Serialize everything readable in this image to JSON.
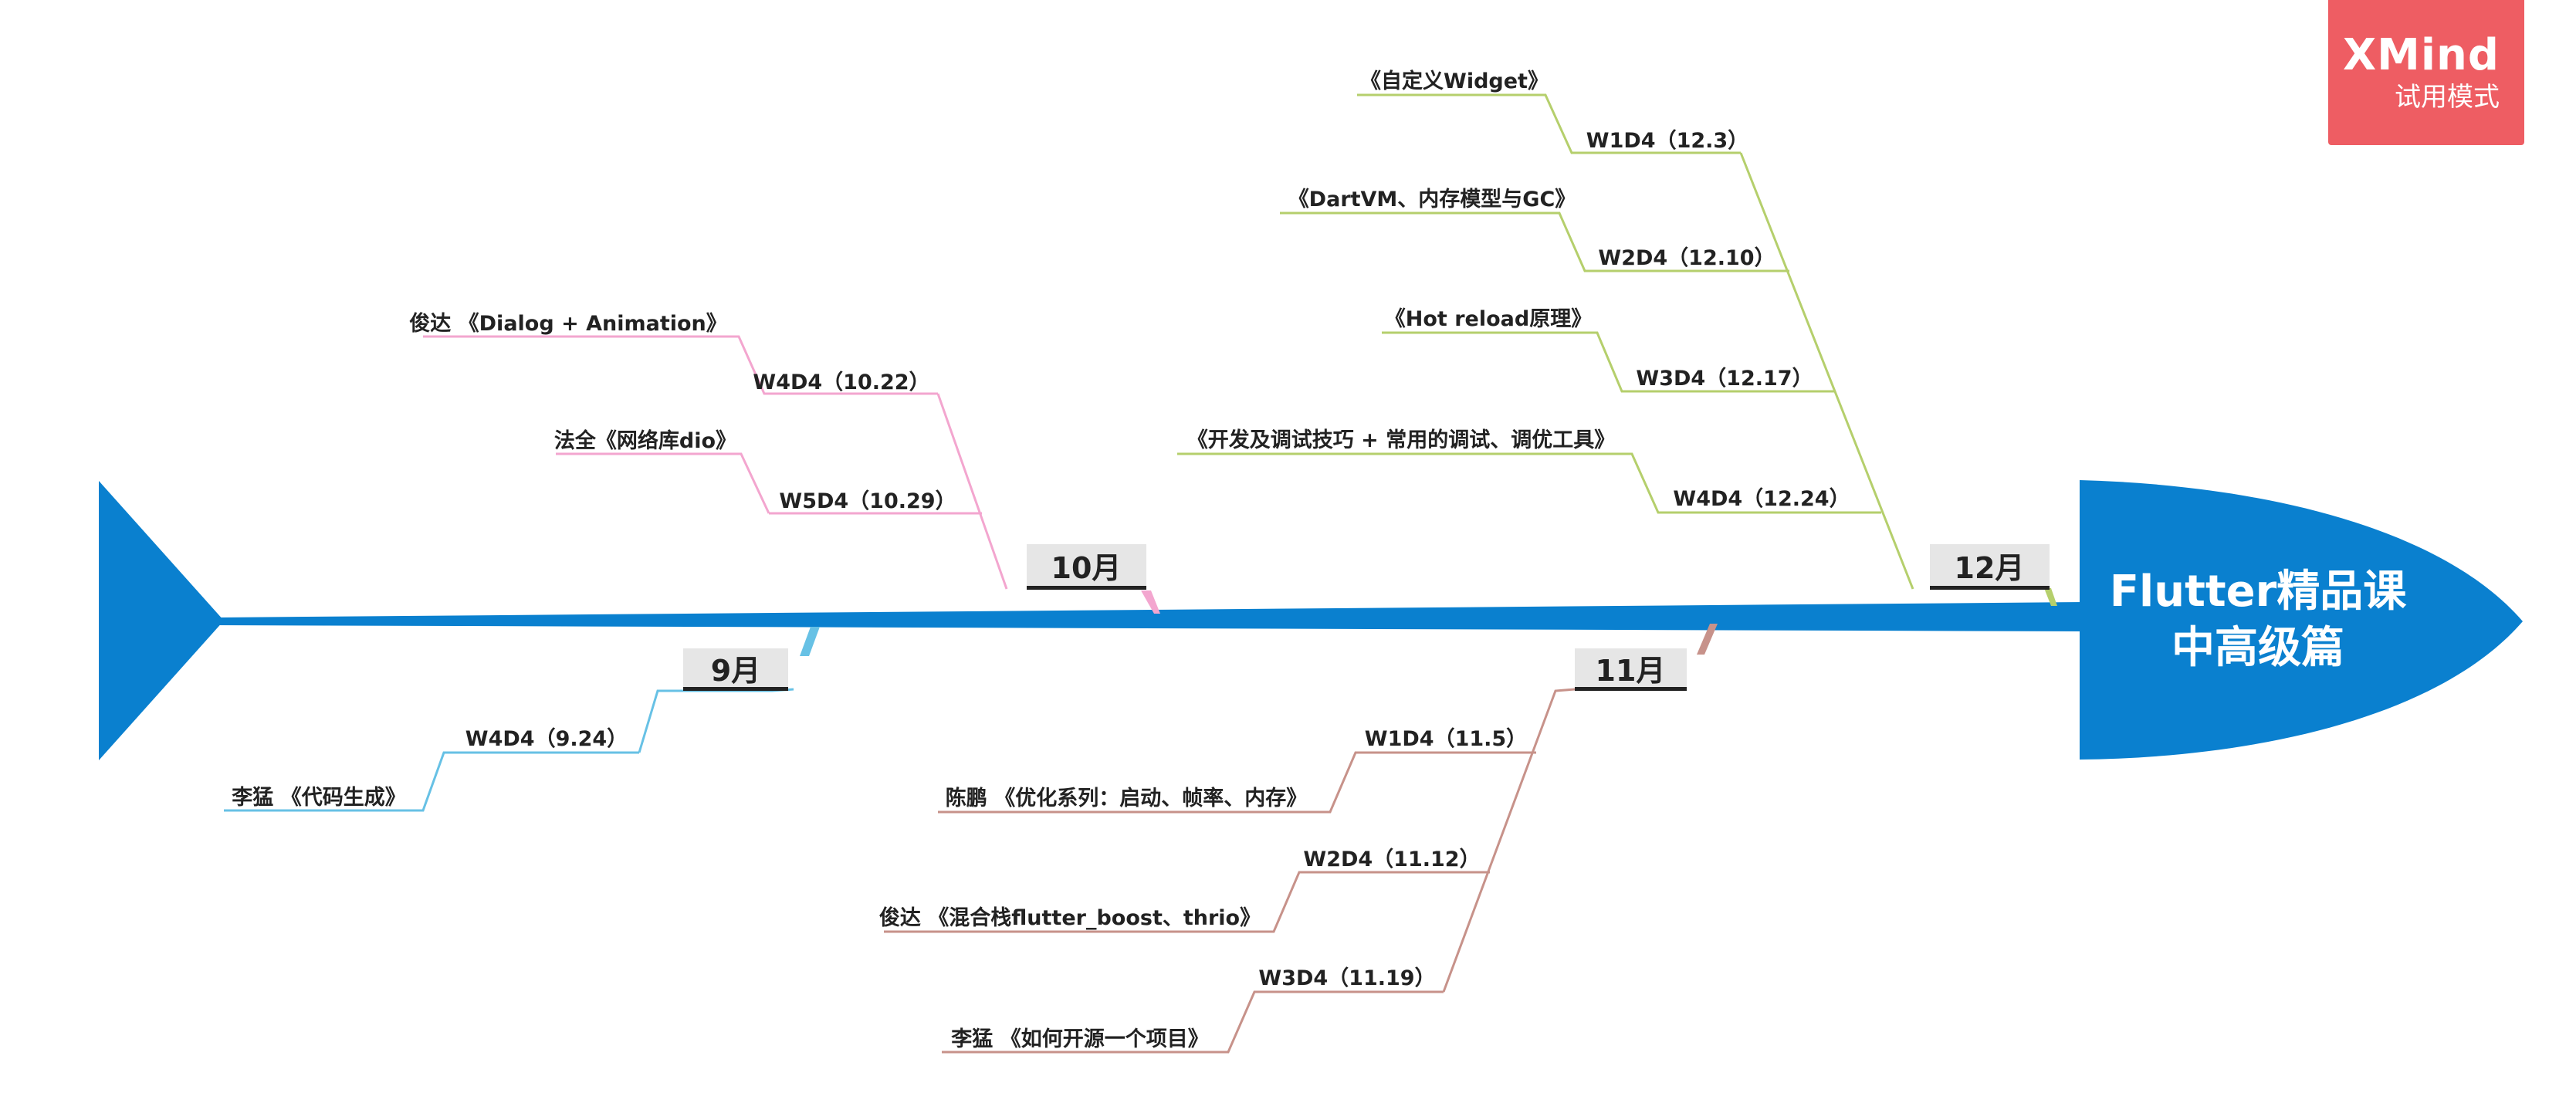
{
  "app": {
    "badge_brand": "XMind",
    "badge_mode": "试用模式"
  },
  "colors": {
    "spine": "#0a80cf",
    "head": "#0a80cf",
    "tail": "#0a80cf",
    "month_box": "#e6e6e6",
    "oct": "#f3a6cf",
    "dec": "#b5cf6c",
    "sep": "#67c1e5",
    "nov": "#c7928a",
    "badge": "#ee5d63"
  },
  "head": {
    "line1": "Flutter精品课",
    "line2": "中高级篇"
  },
  "months": {
    "sep": "9月",
    "oct": "10月",
    "nov": "11月",
    "dec": "12月"
  },
  "oct": {
    "w4": "W4D4（10.22）",
    "w4_topic": "俊达 《Dialog + Animation》",
    "w5": "W5D4（10.29）",
    "w5_topic": "法全《网络库dio》"
  },
  "dec": {
    "w1": "W1D4（12.3）",
    "w1_topic": "《自定义Widget》",
    "w2": "W2D4（12.10）",
    "w2_topic": "《DartVM、内存模型与GC》",
    "w3": "W3D4（12.17）",
    "w3_topic": "《Hot reload原理》",
    "w4": "W4D4（12.24）",
    "w4_topic": "《开发及调试技巧 + 常用的调试、调优工具》"
  },
  "sep": {
    "w4": "W4D4（9.24）",
    "w4_topic": "李猛 《代码生成》"
  },
  "nov": {
    "w1": "W1D4（11.5）",
    "w1_topic": "陈鹏 《优化系列：启动、帧率、内存》",
    "w2": "W2D4（11.12）",
    "w2_topic": "俊达 《混合栈flutter_boost、thrio》",
    "w3": "W3D4（11.19）",
    "w3_topic": "李猛 《如何开源一个项目》"
  }
}
